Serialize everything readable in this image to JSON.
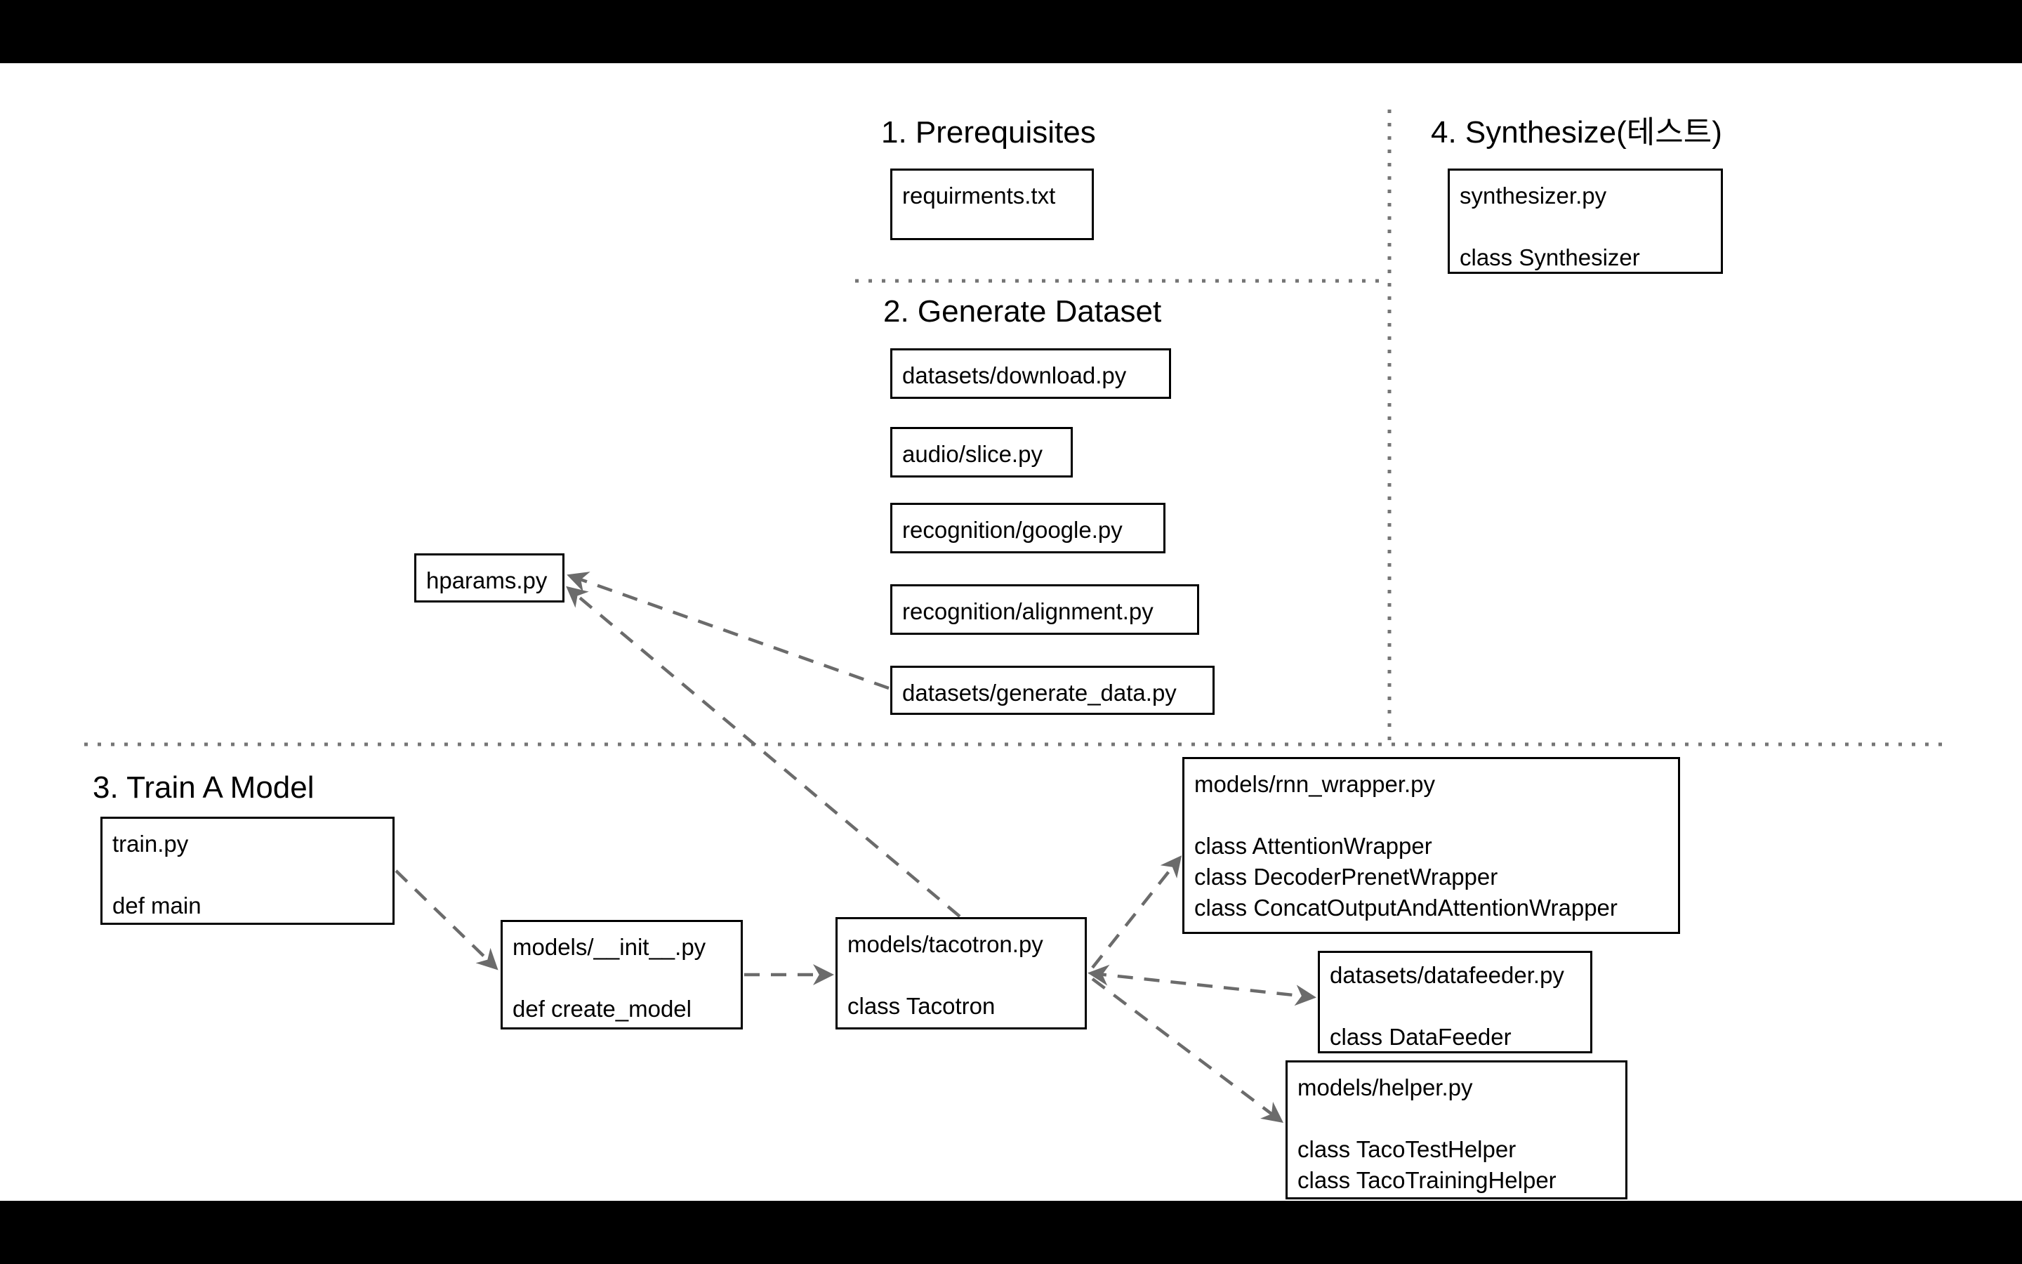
{
  "canvas": {
    "background": "#ffffff",
    "letterbox_color": "#000000"
  },
  "colors": {
    "box_border": "#000000",
    "text": "#000000",
    "arrow": "#6b6b6b",
    "dotted_separator": "#757575"
  },
  "sections": {
    "prerequisites": {
      "title": "1. Prerequisites"
    },
    "generate_dataset": {
      "title": "2. Generate Dataset"
    },
    "train_a_model": {
      "title": "3. Train A Model"
    },
    "synthesize": {
      "title": "4. Synthesize(테스트)"
    }
  },
  "boxes": {
    "requirments": {
      "lines": [
        "requirments.txt"
      ]
    },
    "synthesizer": {
      "lines": [
        "synthesizer.py",
        "",
        "class Synthesizer"
      ]
    },
    "download": {
      "lines": [
        "datasets/download.py"
      ]
    },
    "slice": {
      "lines": [
        "audio/slice.py"
      ]
    },
    "google": {
      "lines": [
        "recognition/google.py"
      ]
    },
    "alignment": {
      "lines": [
        "recognition/alignment.py"
      ]
    },
    "generate_data": {
      "lines": [
        "datasets/generate_data.py"
      ]
    },
    "hparams": {
      "lines": [
        "hparams.py"
      ]
    },
    "train": {
      "lines": [
        "train.py",
        "",
        "def main"
      ]
    },
    "init": {
      "lines": [
        "models/__init__.py",
        "",
        "def create_model"
      ]
    },
    "tacotron": {
      "lines": [
        "models/tacotron.py",
        "",
        "class Tacotron"
      ]
    },
    "rnn_wrapper": {
      "lines": [
        "models/rnn_wrapper.py",
        "",
        "class AttentionWrapper",
        "class DecoderPrenetWrapper",
        "class ConcatOutputAndAttentionWrapper"
      ]
    },
    "datafeeder": {
      "lines": [
        "datasets/datafeeder.py",
        "",
        "class DataFeeder"
      ]
    },
    "helper": {
      "lines": [
        "models/helper.py",
        "",
        "class TacoTestHelper",
        "class TacoTrainingHelper"
      ]
    }
  },
  "arrows": [
    {
      "from": "datasets/generate_data.py",
      "to": "hparams.py"
    },
    {
      "from": "models/tacotron.py",
      "to": "hparams.py"
    },
    {
      "from": "train.py",
      "to": "models/__init__.py"
    },
    {
      "from": "models/__init__.py",
      "to": "models/tacotron.py"
    },
    {
      "from": "models/tacotron.py",
      "to": "datasets/datafeeder.py",
      "bidirectional": true
    },
    {
      "from": "models/tacotron.py",
      "to": "models/rnn_wrapper.py"
    },
    {
      "from": "models/tacotron.py",
      "to": "models/helper.py"
    }
  ]
}
